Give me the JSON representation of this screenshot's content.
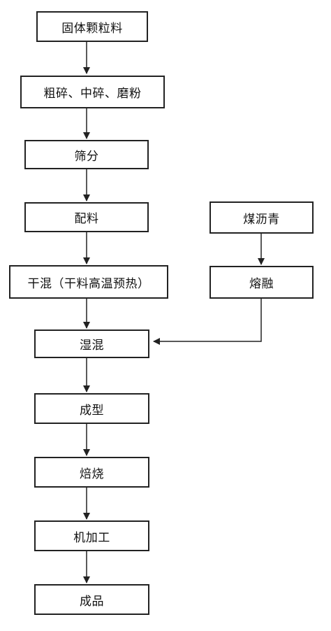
{
  "flowchart": {
    "main_steps": [
      "固体颗粒料",
      "粗碎、中碎、磨粉",
      "筛分",
      "配料",
      "干混（干料高温预热）",
      "湿混",
      "成型",
      "焙烧",
      "机加工",
      "成品"
    ],
    "side_steps": [
      "煤沥青",
      "熔融"
    ]
  }
}
